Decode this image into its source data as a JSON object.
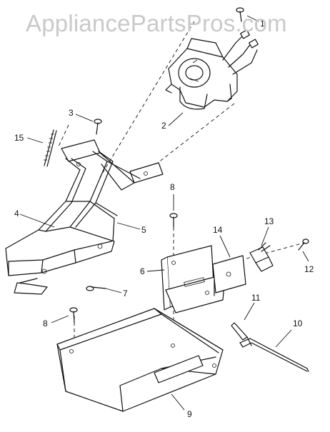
{
  "watermark": "AppliancePartsPros.com",
  "callouts": {
    "c1": "1",
    "c2": "2",
    "c3": "3",
    "c4": "4",
    "c5": "5",
    "c6": "6",
    "c7": "7",
    "c8a": "8",
    "c8b": "8",
    "c9": "9",
    "c10": "10",
    "c11": "11",
    "c12": "12",
    "c13": "13",
    "c14": "14",
    "c15": "15"
  }
}
